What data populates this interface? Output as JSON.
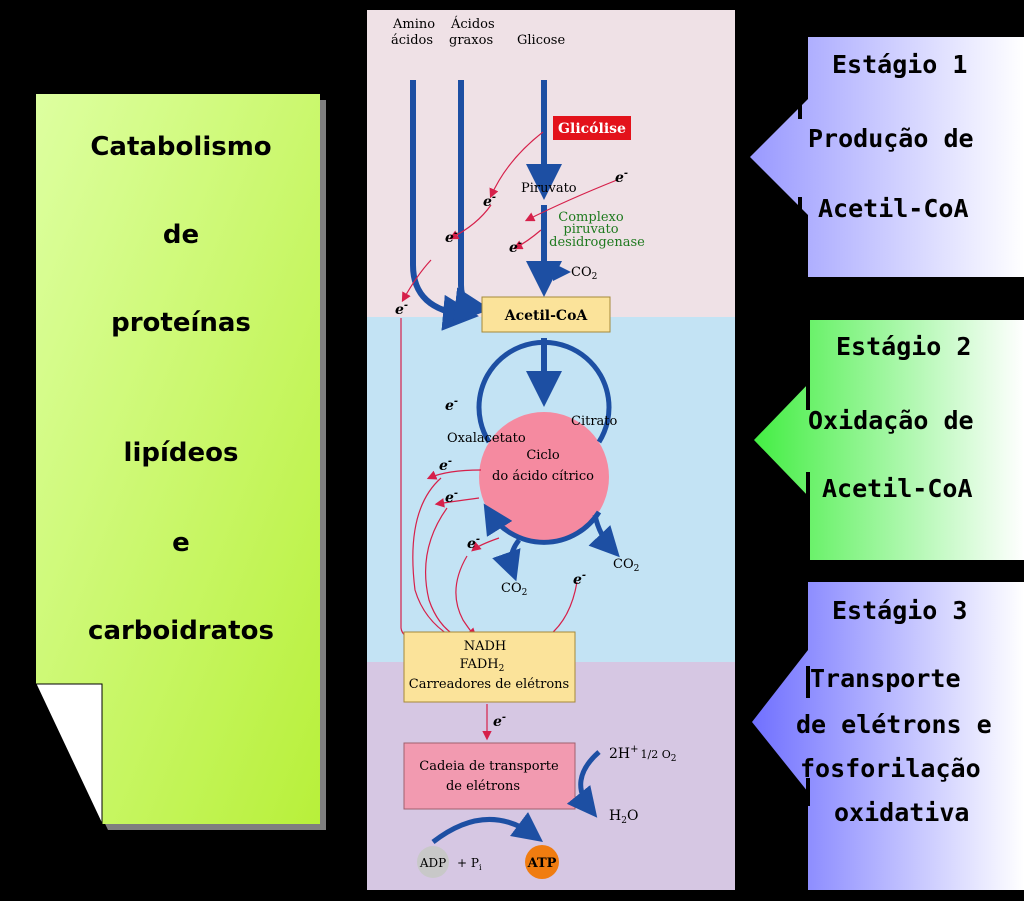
{
  "note": {
    "lines": [
      "Catabolismo",
      "de",
      "proteínas",
      "lipídeos",
      "e",
      "carboidratos"
    ]
  },
  "diagram": {
    "inputs": {
      "amino_1": "Amino",
      "amino_2": "ácidos",
      "fatty_1": "Ácidos",
      "fatty_2": "graxos",
      "glucose": "Glicose"
    },
    "glycolysis": "Glicólise",
    "pyruvate": "Piruvato",
    "complex_1": "Complexo",
    "complex_2": "piruvato",
    "complex_3": "desidrogenase",
    "co2": "CO",
    "co2_sub": "2",
    "acetyl": "Acetil-CoA",
    "electron": "e",
    "electron_sup": "-",
    "citrate": "Citrato",
    "oxaloacetate": "Oxalacetato",
    "cycle_1": "Ciclo",
    "cycle_2": "do ácido cítrico",
    "nadh": "NADH",
    "fadh": "FADH",
    "fadh_sub": "2",
    "carriers": "Carreadores de elétrons",
    "etc_1": "Cadeia de transporte",
    "etc_2": "de elétrons",
    "proton": "2H",
    "proton_sup": "+",
    "half_o2": "1/2 O",
    "o2_sub": "2",
    "water_h": "H",
    "water_sub": "2",
    "water_o": "O",
    "adp": "ADP",
    "pi": "+ P",
    "pi_sub": "i",
    "atp": "ATP"
  },
  "stages": [
    {
      "title": "Estágio 1",
      "line1": "Produção de",
      "line2": "Acetil-CoA",
      "color": "#9999ff"
    },
    {
      "title": "Estágio 2",
      "line1": "Oxidação de",
      "line2": "Acetil-CoA",
      "color": "#66ff66"
    },
    {
      "title": "Estágio 3",
      "line1": "Transporte",
      "line2": "de elétrons e",
      "line3": "fosforilação",
      "line4": "oxidativa",
      "color": "#8080ff"
    }
  ],
  "colors": {
    "note": "#ccff66",
    "flow_arrow": "#1d4fa3",
    "electron_arrow": "#d6204a",
    "glycolysis_bg": "#e3121b",
    "cycle": "#f58aa0",
    "atp": "#f07c10"
  }
}
